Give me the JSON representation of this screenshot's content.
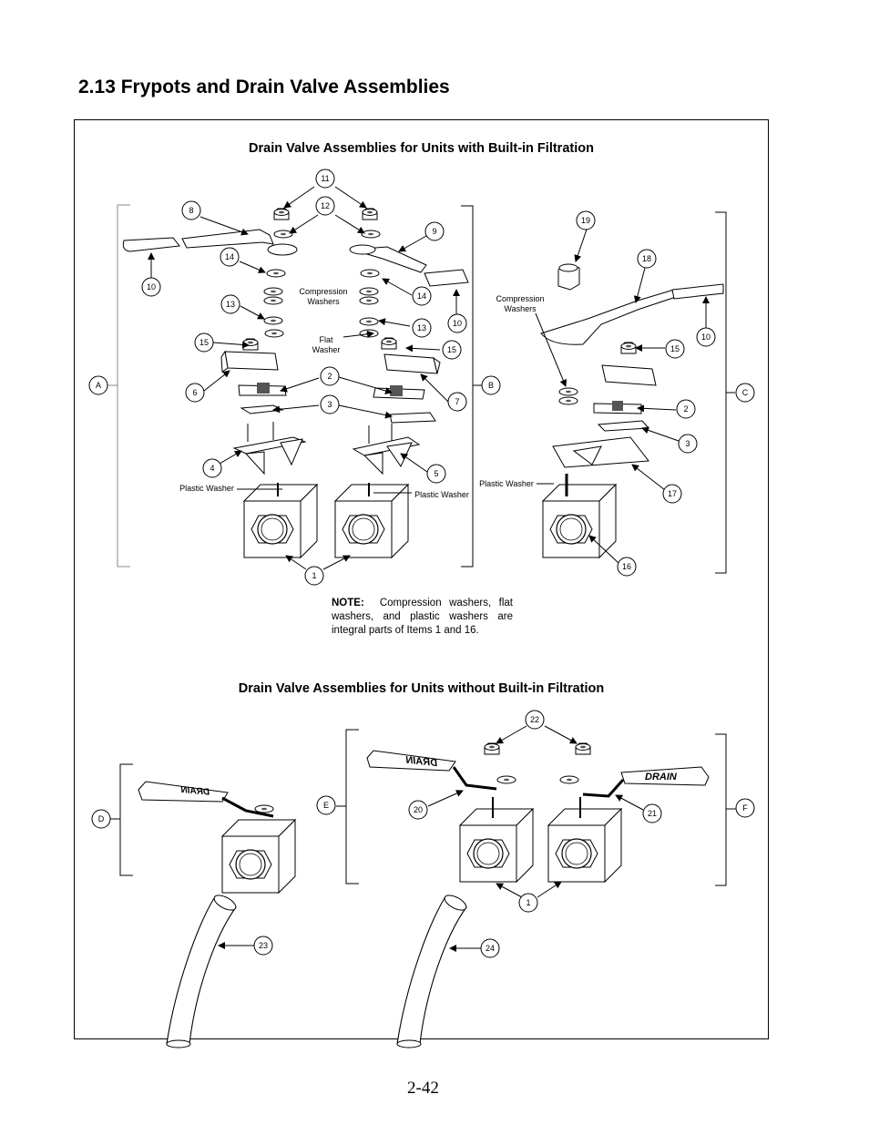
{
  "page": {
    "title": "2.13  Frypots and Drain Valve Assemblies",
    "page_number": "2-42"
  },
  "figure": {
    "heading_top": "Drain Valve Assemblies for Units with Built-in Filtration",
    "heading_bottom": "Drain Valve Assemblies for Units without Built-in Filtration",
    "note_label": "NOTE:",
    "note_text": "Compression washers, flat washers, and plastic washers are integral parts of Items 1 and 16.",
    "labels": {
      "compression_washers_left": [
        "Compression",
        "Washers"
      ],
      "flat_washer": [
        "Flat",
        "Washer"
      ],
      "compression_washers_right": [
        "Compression",
        "Washers"
      ],
      "plastic_washer": "Plastic Washer",
      "handle_text": "DRAIN"
    },
    "item_callouts": [
      "1",
      "2",
      "3",
      "4",
      "5",
      "6",
      "7",
      "8",
      "9",
      "10",
      "11",
      "12",
      "13",
      "14",
      "15",
      "16",
      "17",
      "18",
      "19",
      "20",
      "21",
      "22",
      "23",
      "24"
    ],
    "group_letters": [
      "A",
      "B",
      "C",
      "D",
      "E",
      "F"
    ]
  }
}
